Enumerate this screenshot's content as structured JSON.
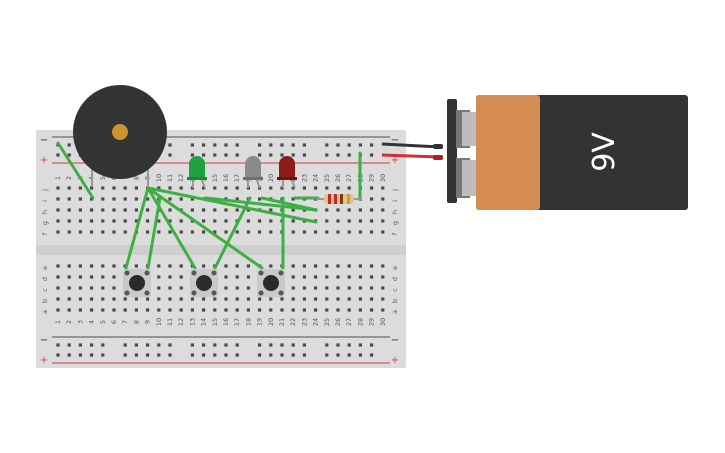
{
  "breadboard": {
    "rail_minus": "−",
    "rail_plus": "+",
    "column_numbers": [
      "1",
      "2",
      "3",
      "4",
      "5",
      "6",
      "7",
      "8",
      "9",
      "10",
      "11",
      "12",
      "13",
      "14",
      "15",
      "16",
      "17",
      "18",
      "19",
      "20",
      "21",
      "22",
      "23",
      "24",
      "25",
      "26",
      "27",
      "28",
      "29",
      "30"
    ],
    "rows_top": [
      "j",
      "i",
      "h",
      "g",
      "f"
    ],
    "rows_bottom": [
      "e",
      "d",
      "c",
      "b",
      "a"
    ]
  },
  "battery": {
    "label": "9V"
  },
  "colors": {
    "board": "#dcdcdc",
    "rail_red": "#d33c3c",
    "rail_dark": "#505050",
    "wire_green": "#3cb043",
    "buzzer": "#333333",
    "buzzer_center": "#c8962c",
    "led_green": "#20a040",
    "led_gray": "#8a8a8a",
    "led_red": "#8a1c1c",
    "battery_body": "#333333",
    "battery_cap": "#d48c50",
    "battery_text": "#ffffff",
    "button_body": "#c9c9c9",
    "button_cap": "#2b2b2b"
  },
  "components": {
    "buzzer": "piezo-buzzer",
    "leds": [
      "led-green",
      "led-gray",
      "led-red"
    ],
    "resistor": "resistor",
    "buttons": [
      "pushbutton-1",
      "pushbutton-2",
      "pushbutton-3"
    ]
  }
}
